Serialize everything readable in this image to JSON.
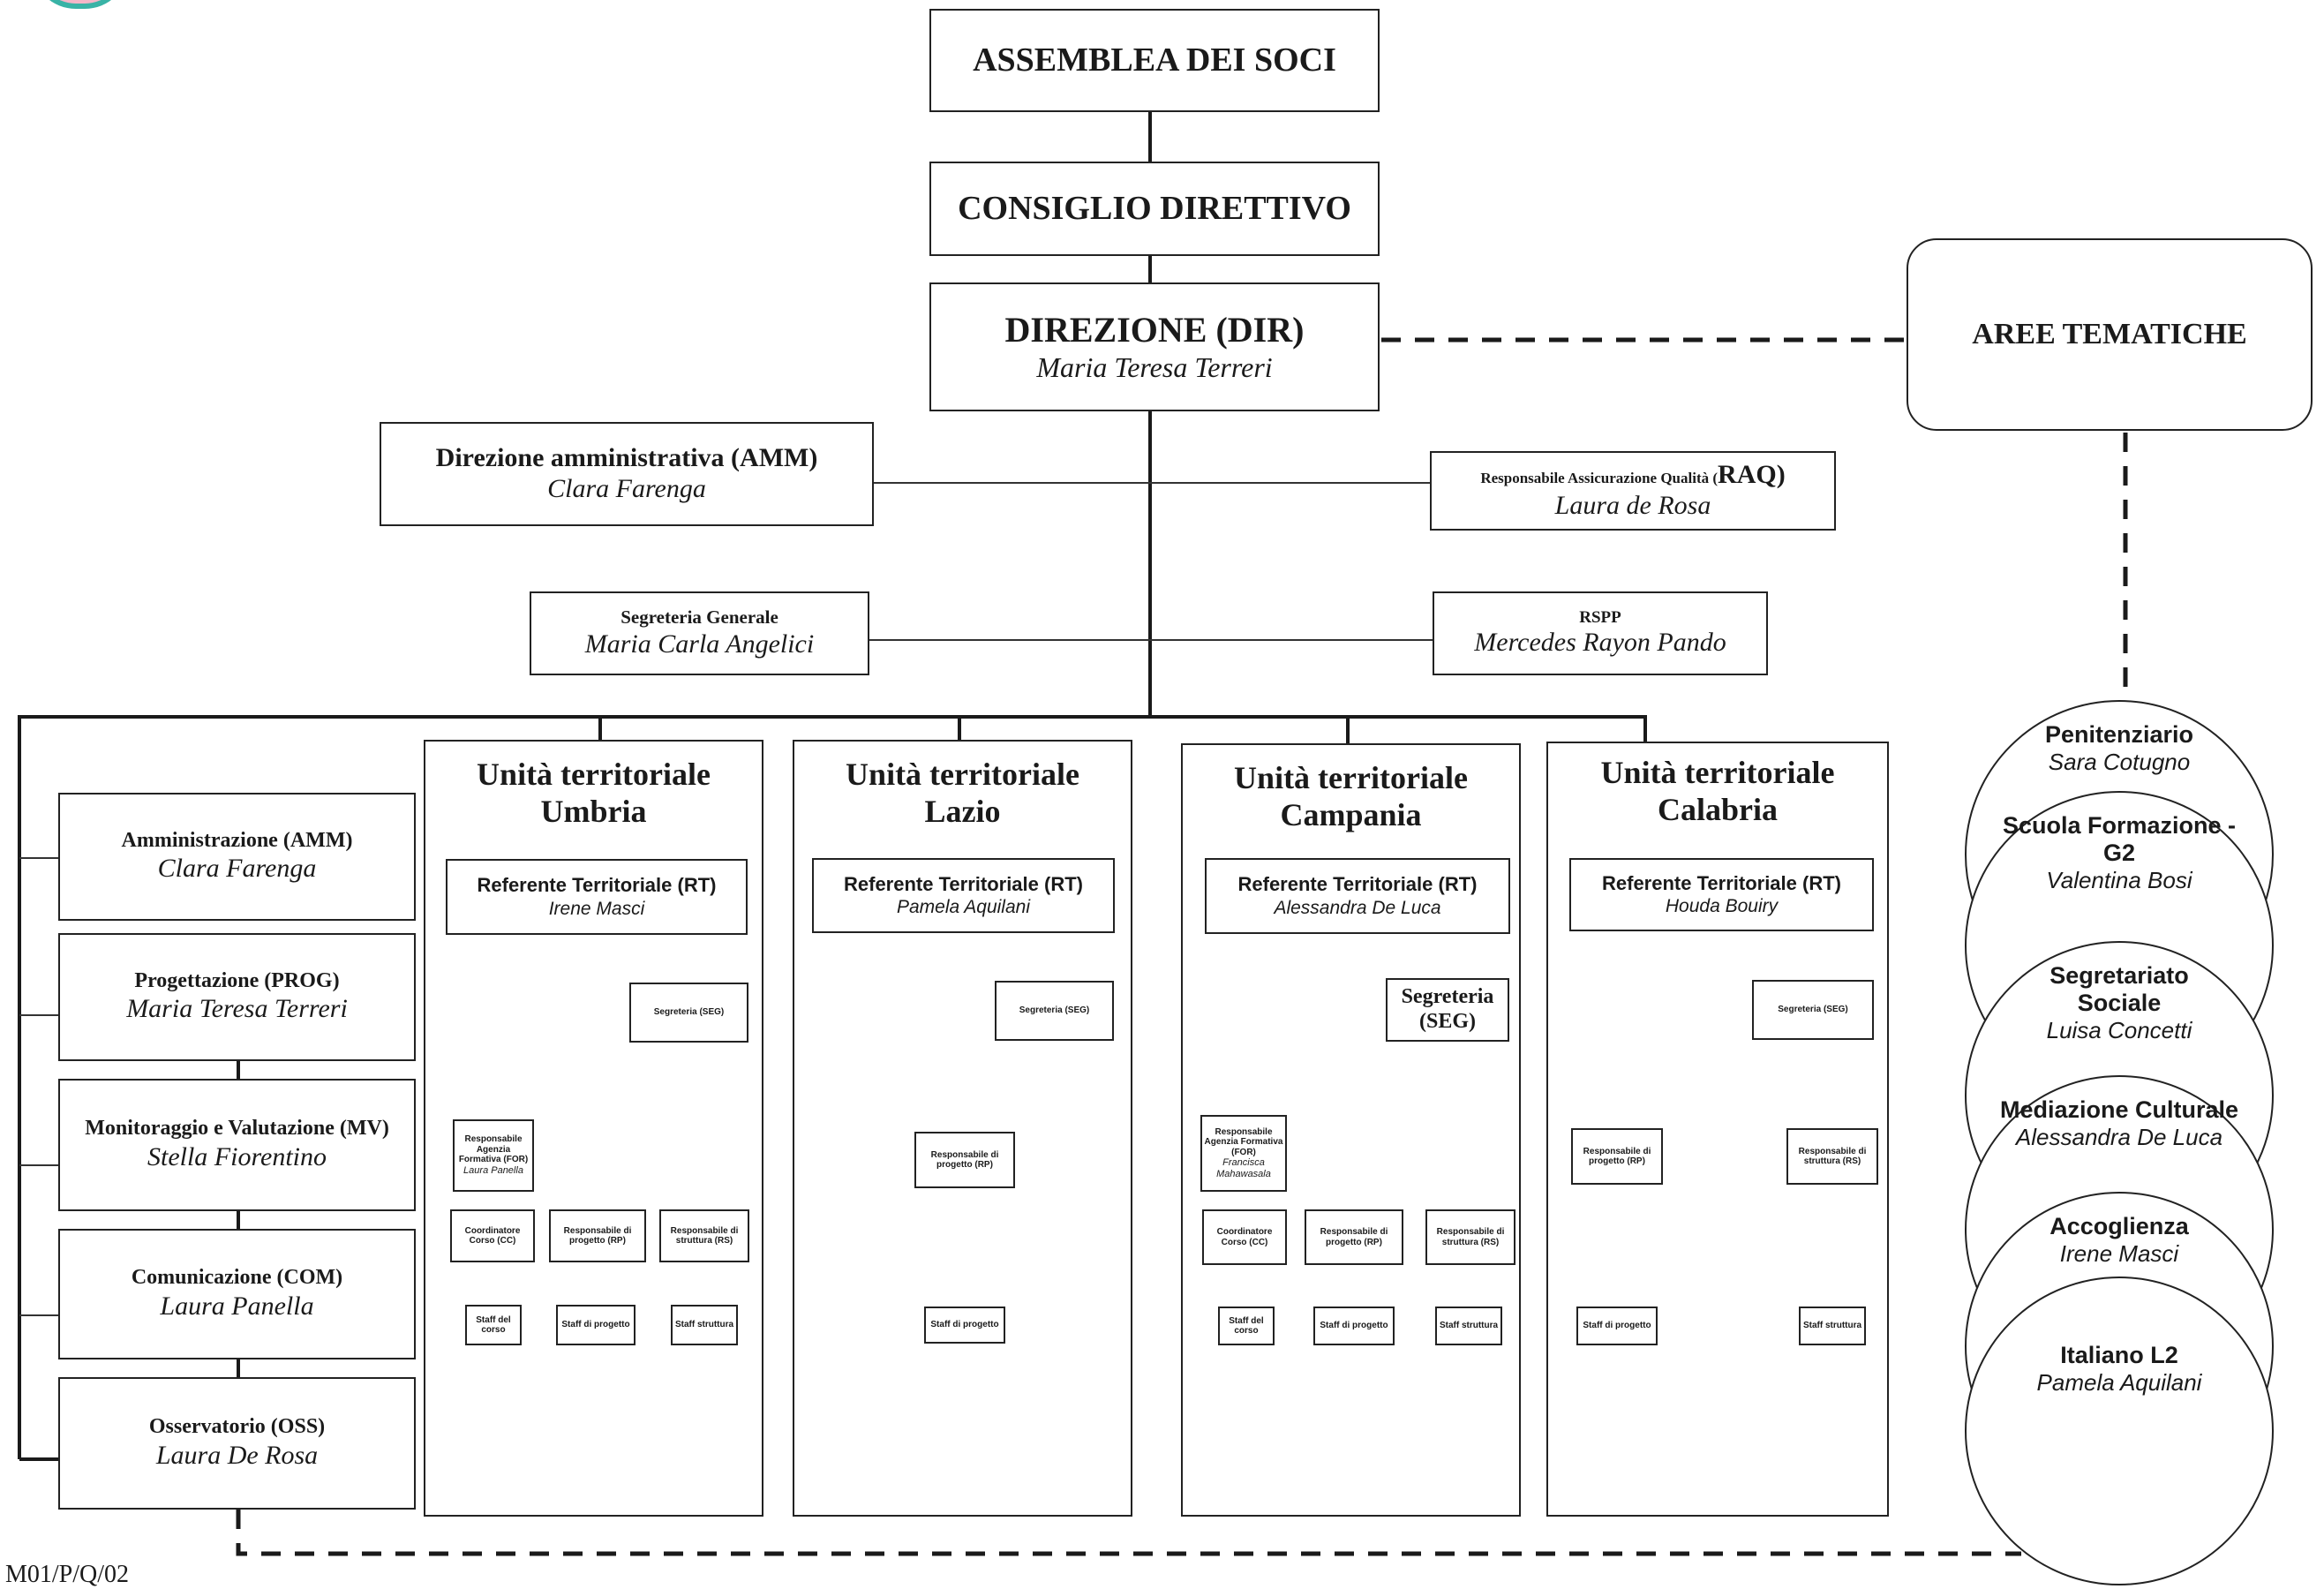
{
  "top": {
    "assemblea": "ASSEMBLEA DEI SOCI",
    "consiglio": "CONSIGLIO DIRETTIVO",
    "direzione": {
      "title": "DIREZIONE (DIR)",
      "name": "Maria Teresa Terreri"
    },
    "aree": "AREE TEMATICHE"
  },
  "staff": {
    "amm": {
      "title": "Direzione amministrativa (AMM)",
      "name": "Clara Farenga"
    },
    "raq": {
      "title_small": "Responsabile Assicurazione Qualità (",
      "title_big": "RAQ)",
      "name": "Laura de Rosa"
    },
    "seg": {
      "title": "Segreteria Generale",
      "name": "Maria Carla Angelici"
    },
    "rspp": {
      "title": "RSPP",
      "name": "Mercedes Rayon Pando"
    }
  },
  "functions": [
    {
      "title": "Amministrazione (AMM)",
      "name": "Clara Farenga"
    },
    {
      "title": "Progettazione (PROG)",
      "name": "Maria Teresa Terreri"
    },
    {
      "title": "Monitoraggio e Valutazione (MV)",
      "name": "Stella Fiorentino"
    },
    {
      "title": "Comunicazione (COM)",
      "name": "Laura Panella"
    },
    {
      "title": "Osservatorio (OSS)",
      "name": "Laura De Rosa"
    }
  ],
  "units": [
    {
      "title1": "Unità territoriale",
      "title2": "Umbria",
      "ref_title": "Referente Territoriale (RT)",
      "ref_name": "Irene Masci",
      "seg": "Segreteria (SEG)",
      "for_title": "Responsabile Agenzia Formativa (FOR)",
      "for_name": "Laura Panella",
      "cc": "Coordinatore Corso (CC)",
      "rp": "Responsabile di progetto (RP)",
      "rs": "Responsabile di struttura (RS)",
      "staff_corso": "Staff del corso",
      "staff_prog": "Staff di progetto",
      "staff_strutt": "Staff struttura"
    },
    {
      "title1": "Unità territoriale",
      "title2": "Lazio",
      "ref_title": "Referente Territoriale (RT)",
      "ref_name": "Pamela Aquilani",
      "seg": "Segreteria (SEG)",
      "rp": "Responsabile di progetto (RP)",
      "staff_prog": "Staff di progetto"
    },
    {
      "title1": "Unità territoriale",
      "title2": "Campania",
      "ref_title": "Referente Territoriale (RT)",
      "ref_name": "Alessandra De Luca",
      "seg1": "Segreteria",
      "seg2": "(SEG)",
      "for_title": "Responsabile Agenzia Formativa (FOR)",
      "for_name": "Francisca Mahawasala",
      "cc": "Coordinatore Corso (CC)",
      "rp": "Responsabile di progetto (RP)",
      "rs": "Responsabile di struttura (RS)",
      "staff_corso": "Staff del corso",
      "staff_prog": "Staff di progetto",
      "staff_strutt": "Staff struttura"
    },
    {
      "title1": "Unità territoriale",
      "title2": "Calabria",
      "ref_title": "Referente Territoriale (RT)",
      "ref_name": "Houda Bouiry",
      "seg": "Segreteria (SEG)",
      "rp": "Responsabile di progetto (RP)",
      "rs": "Responsabile di struttura (RS)",
      "staff_prog": "Staff di progetto",
      "staff_strutt": "Staff struttura"
    }
  ],
  "areas": [
    {
      "title": "Penitenziario",
      "name": "Sara Cotugno"
    },
    {
      "title": "Scuola Formazione - G2",
      "name": "Valentina Bosi"
    },
    {
      "title": "Segretariato Sociale",
      "name": "Luisa Concetti"
    },
    {
      "title": "Mediazione Culturale",
      "name": "Alessandra De Luca"
    },
    {
      "title": "Accoglienza",
      "name": "Irene Masci"
    },
    {
      "title": "Italiano L2",
      "name": "Pamela Aquilani"
    }
  ],
  "footer": {
    "code": "M01/P/Q/02"
  }
}
